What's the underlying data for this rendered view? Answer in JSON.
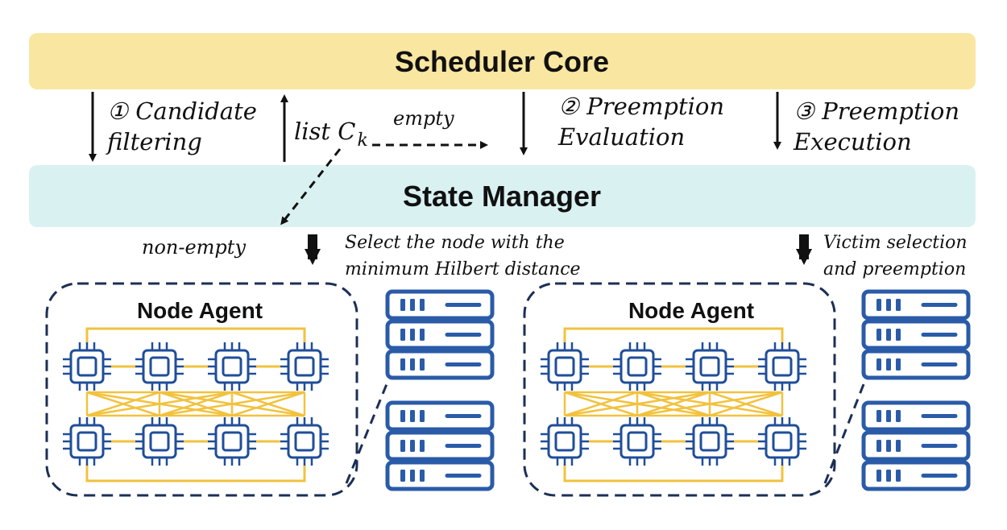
{
  "scheduler_core": {
    "label": "Scheduler Core"
  },
  "state_manager": {
    "label": "State Manager"
  },
  "steps": {
    "candidate": {
      "line1": "① Candidate",
      "line2": "filtering"
    },
    "evaluation": {
      "line1": "② Preemption",
      "line2": "Evaluation"
    },
    "execution": {
      "line1": "③ Preemption",
      "line2": "Execution"
    }
  },
  "list_label": {
    "prefix": "list C",
    "subscript": "k"
  },
  "branches": {
    "empty": "empty",
    "non_empty": "non-empty"
  },
  "annotations": {
    "select_node": {
      "line1": "Select the node with the",
      "line2": "minimum Hilbert distance"
    },
    "victim": {
      "line1": "Victim selection",
      "line2": "and preemption"
    }
  },
  "node_agents": [
    {
      "title": "Node Agent"
    },
    {
      "title": "Node Agent"
    }
  ],
  "colors": {
    "scheduler_bar": "#f9e6a1",
    "state_bar": "#daf1f2",
    "chip": "#1f4e9a",
    "link": "#f2c23e",
    "server": "#2a5ba8",
    "panel_border": "#1c2f55"
  },
  "icons": {
    "chip": "gpu-chip-icon",
    "server": "server-rack-icon"
  }
}
